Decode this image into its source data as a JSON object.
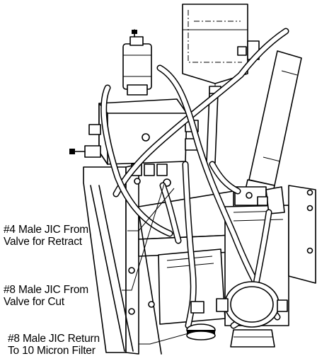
{
  "callouts": [
    {
      "line1": "#4 Male JIC From",
      "line2": "Valve for Retract"
    },
    {
      "line1": "#8 Male JIC From",
      "line2": "Valve for Cut"
    },
    {
      "line1": "#8 Male JIC Return",
      "line2": "To 10 Micron Filter"
    }
  ]
}
